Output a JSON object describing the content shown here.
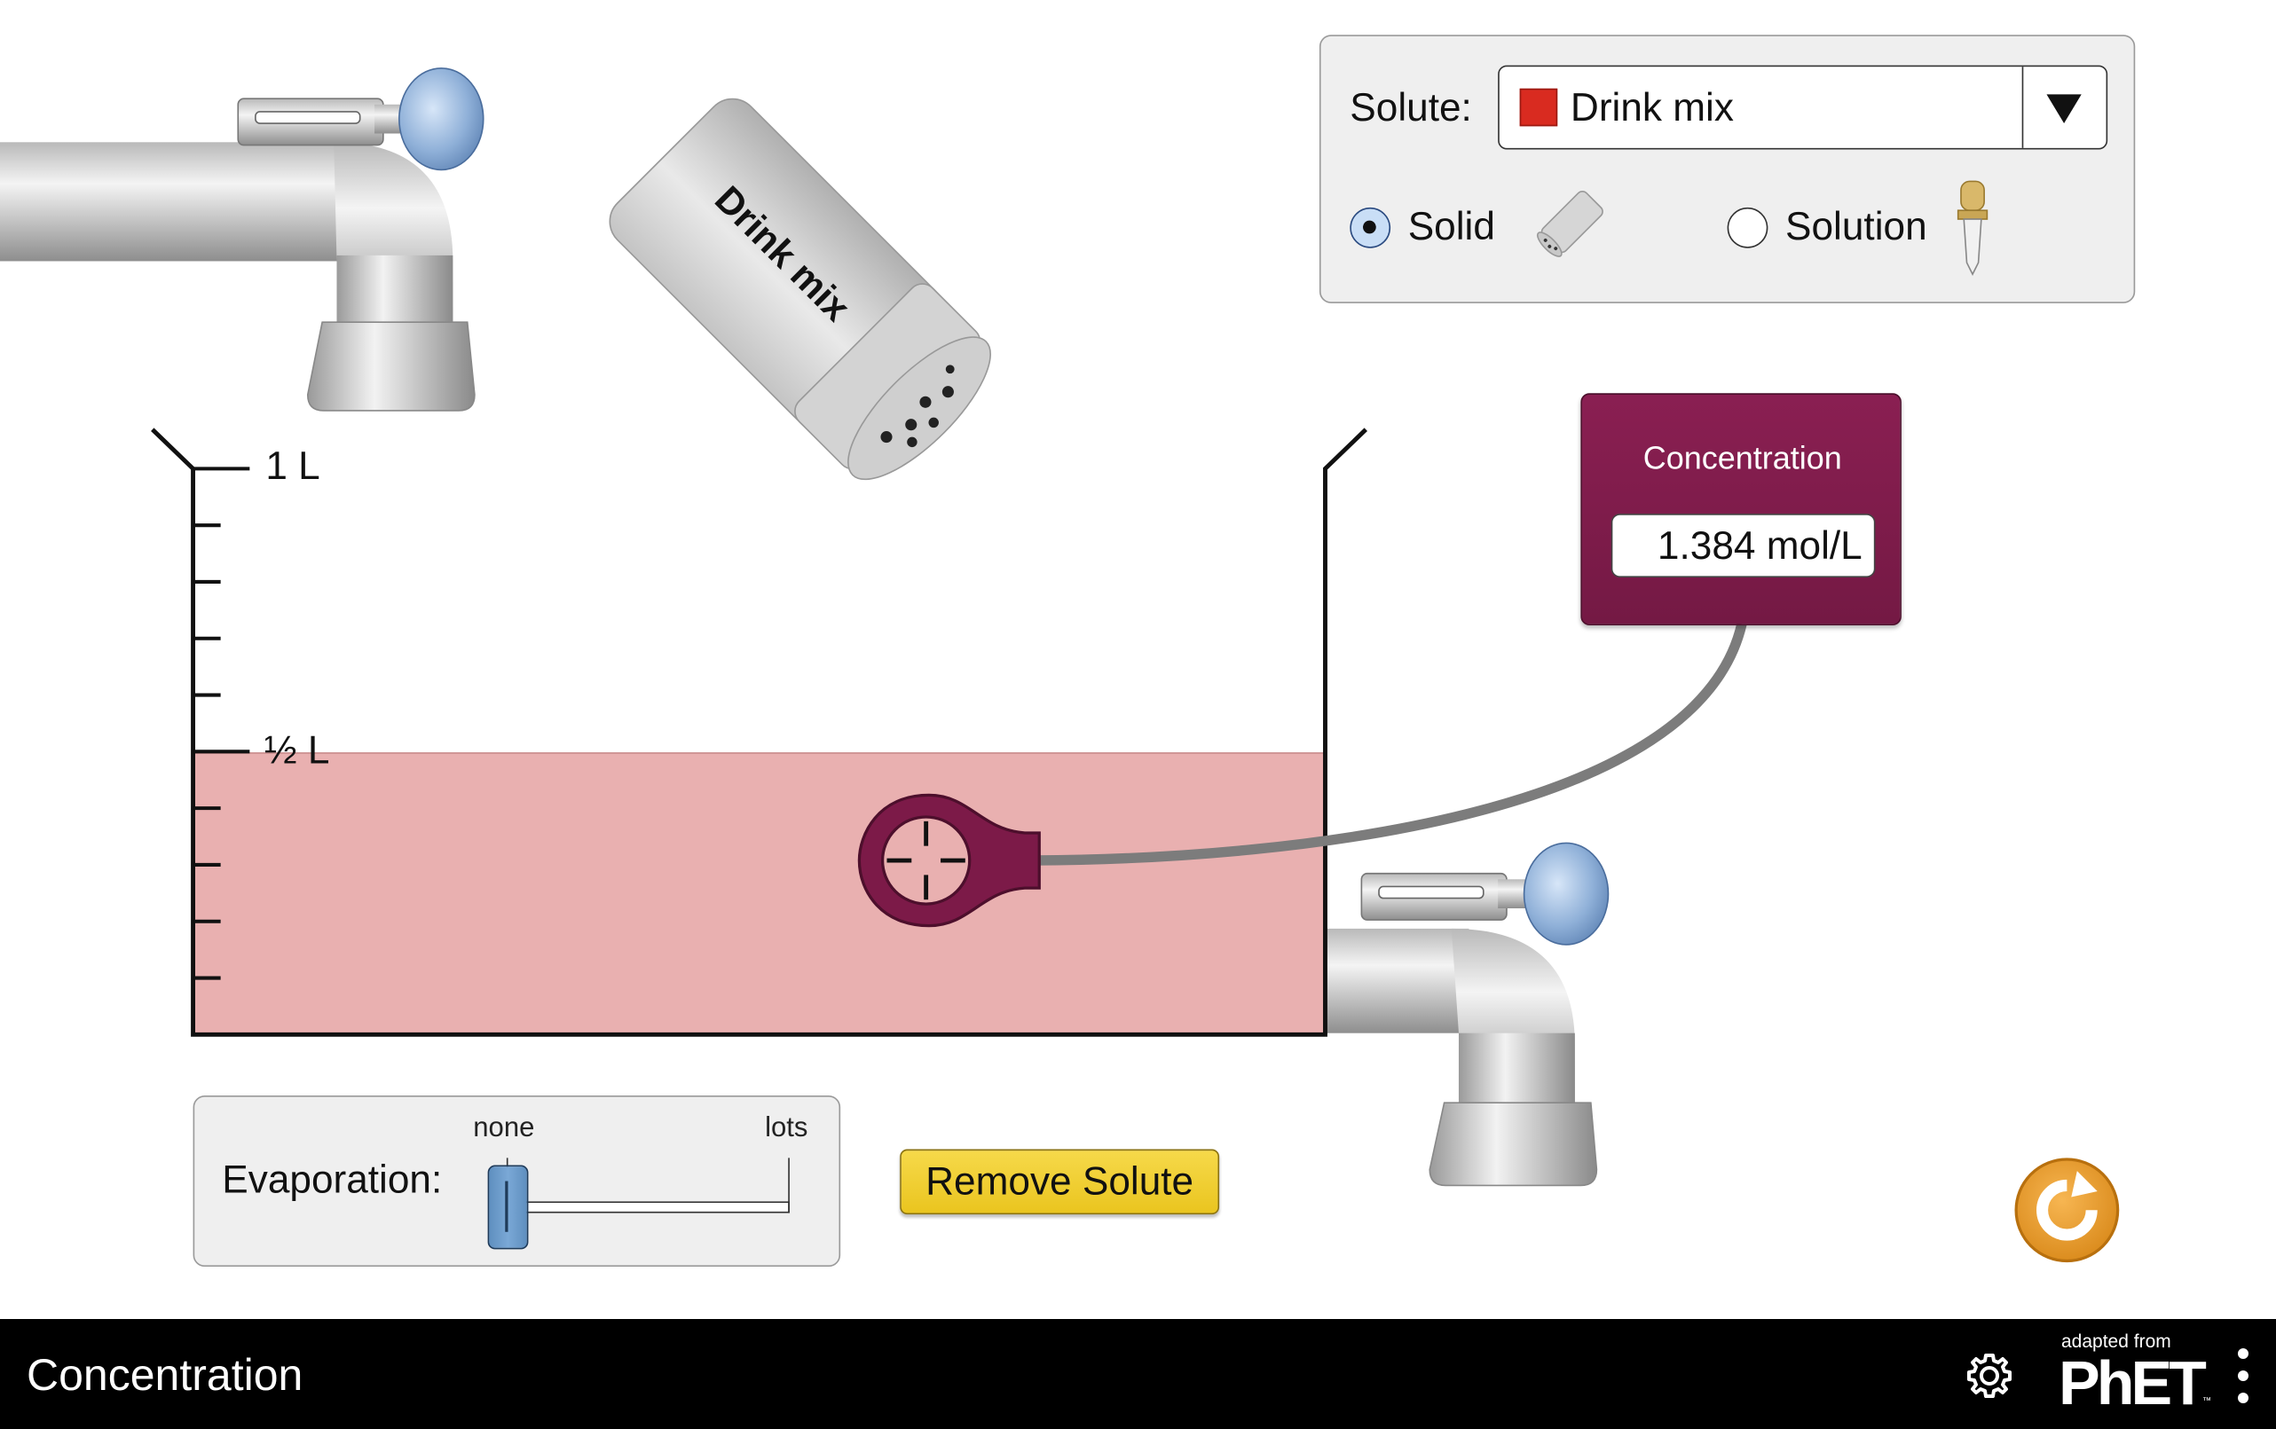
{
  "sim": {
    "title": "Concentration"
  },
  "solute_panel": {
    "label": "Solute:",
    "selected": "Drink mix",
    "swatch_color": "#d92b20",
    "radio_solid": "Solid",
    "radio_solution": "Solution",
    "selected_form": "Solid"
  },
  "shaker": {
    "label": "Drink mix"
  },
  "beaker": {
    "label_full": "1 L",
    "label_half": "½ L",
    "solution_color": "#e9b0b0",
    "volume_fraction": 0.5
  },
  "meter": {
    "title": "Concentration",
    "value": "1.384 mol/L",
    "color": "#7c1a48"
  },
  "evaporation": {
    "label": "Evaporation:",
    "min_label": "none",
    "max_label": "lots",
    "value": 0
  },
  "buttons": {
    "remove_solute": "Remove Solute"
  },
  "navbar": {
    "title": "Concentration",
    "adapted": "adapted from",
    "logo": "PhET",
    "tm": "™",
    "settings_icon": "gear-icon",
    "menu_icon": "kebab-menu-icon"
  }
}
